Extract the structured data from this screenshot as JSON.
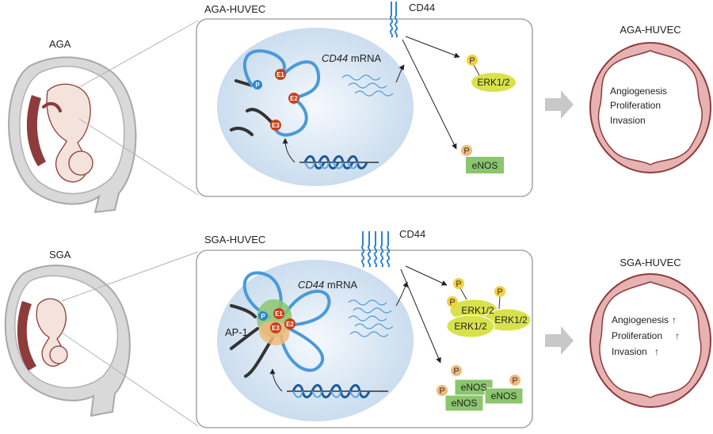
{
  "panels": [
    {
      "group_label": "AGA",
      "cell_title": "AGA-HUVEC",
      "receptor": "CD44",
      "mrna_italic": "CD44",
      "mrna_suffix": " mRNA",
      "enhancer_labels": [
        "E1",
        "E2",
        "E3"
      ],
      "promoter_label": "P",
      "erk_label": "ERK1/2",
      "enos_label": "eNOS",
      "phospho_label": "P",
      "outcome_title": "AGA-HUVEC",
      "outcomes": [
        "Angiogenesis",
        "Proliferation",
        "Invasion"
      ]
    },
    {
      "group_label": "SGA",
      "cell_title": "SGA-HUVEC",
      "receptor": "CD44",
      "mrna_italic": "CD44",
      "mrna_suffix": " mRNA",
      "enhancer_labels": [
        "E1",
        "E2",
        "E3"
      ],
      "promoter_label": "P",
      "tf_label": "AP-1",
      "erk_label": "ERK1/2",
      "enos_label": "eNOS",
      "phospho_label": "P",
      "outcome_title": "SGA-HUVEC",
      "outcomes": [
        "Angiogenesis",
        "Proliferation",
        "Invasion"
      ],
      "outcome_trend": "↑"
    }
  ],
  "colors": {
    "uterus": "#d2d2d2",
    "uterus_wall": "#9a9a9a",
    "placenta": "#8e3b3b",
    "fetus": "#f3e3db",
    "fetus_outline": "#8e3b3b",
    "nucleus": "#cfe0ef",
    "chromatin": "#4a9ad8",
    "chromatin_dark": "#333333",
    "enhancer": "#c8401a",
    "promoter": "#2f86d0",
    "phospho": "#f4d03f",
    "phospho_orange": "#f1b97a",
    "erk": "#d8e24a",
    "enos": "#8bc56c",
    "vessel": "#a65a5a",
    "vessel_fill": "#dca5a5",
    "big_arrow": "#c8c8c8"
  }
}
